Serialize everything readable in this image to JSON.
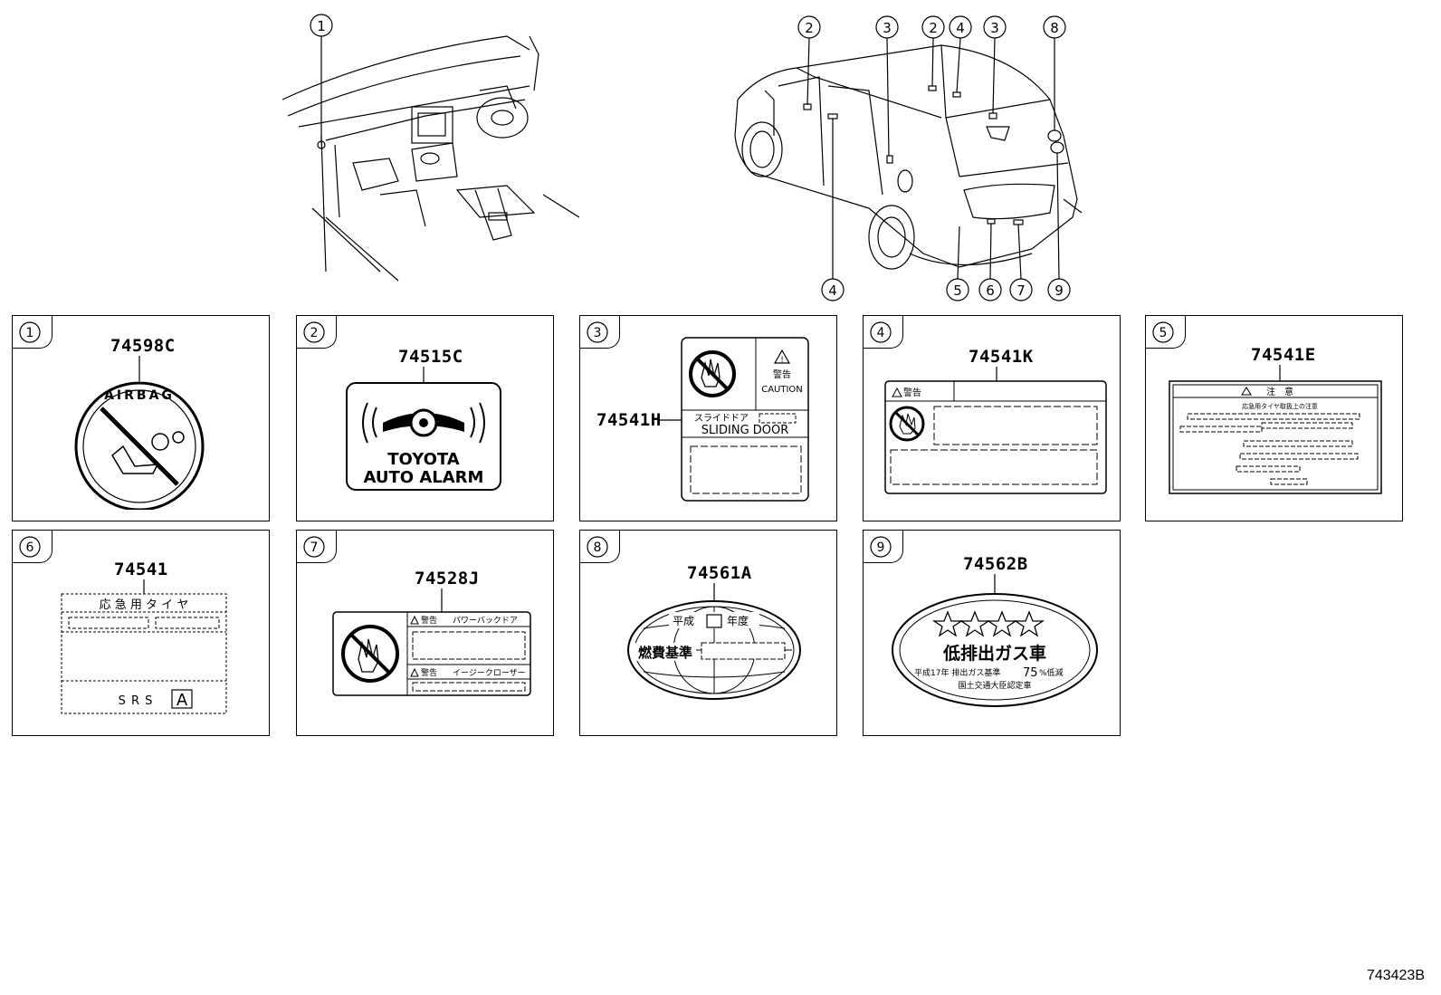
{
  "callouts": {
    "c1": "1",
    "c2": "2",
    "c3": "3",
    "c4": "4",
    "c5": "5",
    "c6": "6",
    "c7": "7",
    "c8": "8",
    "c9": "9"
  },
  "labels": [
    {
      "num": "1",
      "part": "74598C",
      "text": [
        "AIRBAG"
      ]
    },
    {
      "num": "2",
      "part": "74515C",
      "text": [
        "TOYOTA",
        "AUTO ALARM"
      ]
    },
    {
      "num": "3",
      "part": "74541H",
      "text": [
        "警告",
        "CAUTION",
        "スライドドア",
        "SLIDING DOOR"
      ]
    },
    {
      "num": "4",
      "part": "74541K",
      "text": [
        "警告"
      ]
    },
    {
      "num": "5",
      "part": "74541E",
      "text": [
        "注　意",
        "応急用タイヤ取扱上の注意"
      ]
    },
    {
      "num": "6",
      "part": "74541",
      "text": [
        "応 急 用 タ イ ヤ",
        "S R S",
        "A"
      ]
    },
    {
      "num": "7",
      "part": "74528J",
      "text": [
        "警告",
        "パワーバックドア",
        "警告",
        "イージークローザー"
      ]
    },
    {
      "num": "8",
      "part": "74561A",
      "text": [
        "平成",
        "年度",
        "燃費基準"
      ]
    },
    {
      "num": "9",
      "part": "74562B",
      "text": [
        "低排出ガス車",
        "平成17年 排出ガス基準",
        "75",
        "%低減",
        "国土交通大臣認定車"
      ]
    }
  ],
  "footer_code": "743423B"
}
